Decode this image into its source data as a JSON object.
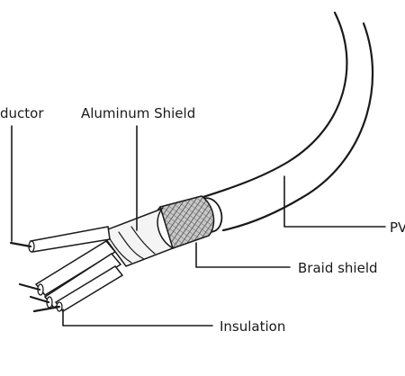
{
  "diagram": {
    "labels": {
      "conductor": "ductor",
      "aluminum_shield": "Aluminum Shield",
      "pvc": "PV",
      "braid_shield": "Braid shield",
      "insulation": "Insulation"
    },
    "colors": {
      "ink": "#1a1a1a",
      "background": "#ffffff",
      "braid": "#9a9a9a"
    }
  }
}
